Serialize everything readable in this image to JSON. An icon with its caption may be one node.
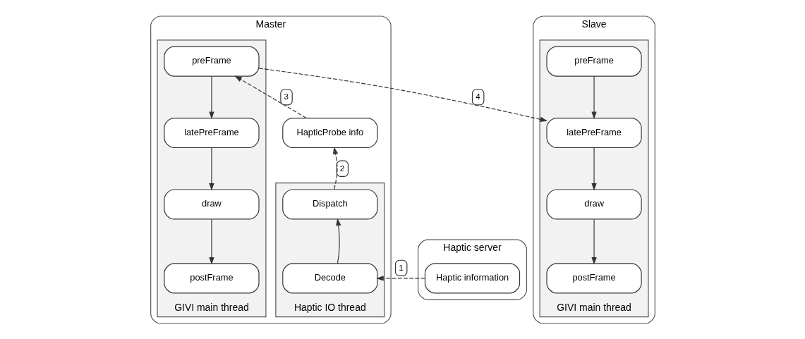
{
  "diagram": {
    "nodes": [
      {
        "text": [
          "Haptic server"
        ]
      },
      {
        "text": [
          "Haptic information"
        ],
        "in": 0
      },
      {
        "text": [
          "Master"
        ]
      },
      {
        "text": [
          "HapticProbe info"
        ],
        "in": 2
      },
      {
        "text": [
          "Haptic IO thread"
        ],
        "in": 2
      },
      {
        "text": [
          "Dispatch"
        ],
        "in": 4
      },
      {
        "text": [
          "Decode"
        ],
        "in": 4
      },
      {
        "text": [
          "GIVI main thread"
        ],
        "in": 2
      },
      {
        "text": [
          "preFrame"
        ],
        "in": 7
      },
      {
        "text": [
          "latePreFrame"
        ],
        "in": 7
      },
      {
        "text": [
          "draw"
        ],
        "in": 7
      },
      {
        "text": [
          "postFrame"
        ],
        "in": 7
      },
      {
        "text": [
          "Slave"
        ]
      },
      {
        "text": [
          "GIVI main thread"
        ],
        "in": 12
      },
      {
        "text": [
          "preFrame"
        ],
        "in": 13
      },
      {
        "text": [
          "latePreFrame"
        ],
        "in": 13
      },
      {
        "text": [
          "draw"
        ],
        "in": 13
      },
      {
        "text": [
          "postFrame"
        ],
        "in": 13
      }
    ],
    "edges": [
      {
        "from": 1,
        "to": 6,
        "arrow": "to",
        "style": "dashed",
        "label": "1"
      },
      {
        "from": 6,
        "to": 5,
        "arrow": "to"
      },
      {
        "from": 5,
        "to": 3,
        "arrow": "to",
        "style": "dashed",
        "label": "2"
      },
      {
        "from": 3,
        "to": 8,
        "arrow": "to",
        "style": "dashed",
        "label": "3"
      },
      {
        "from": 8,
        "to": 9,
        "arrow": "to"
      },
      {
        "from": 9,
        "to": 10,
        "arrow": "to"
      },
      {
        "from": 10,
        "to": 11,
        "arrow": "to"
      },
      {
        "from": 8,
        "to": 15,
        "arrow": "to",
        "style": "dashed",
        "label": "4"
      },
      {
        "from": 14,
        "to": 15,
        "arrow": "to"
      },
      {
        "from": 15,
        "to": 16,
        "arrow": "to"
      },
      {
        "from": 16,
        "to": 17,
        "arrow": "to"
      }
    ]
  }
}
